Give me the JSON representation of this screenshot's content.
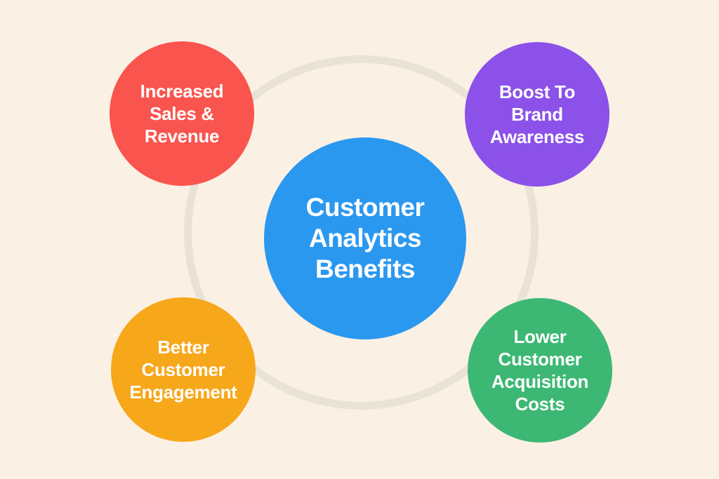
{
  "canvas": {
    "background_color": "#FBF0E4",
    "ring_color": "#E9E2D6",
    "text_color": "#FFFFFF"
  },
  "center": {
    "label": "Customer Analytics Benefits",
    "lines": [
      "Customer",
      "Analytics",
      "Benefits"
    ],
    "color": "#2B98F0"
  },
  "satellites": [
    {
      "id": "increased-sales-revenue",
      "label": "Increased Sales & Revenue",
      "lines": [
        "Increased",
        "Sales &",
        "Revenue"
      ],
      "color": "#FA544E",
      "position": "top-left"
    },
    {
      "id": "boost-to-brand-awareness",
      "label": "Boost To Brand Awareness",
      "lines": [
        "Boost To",
        "Brand",
        "Awareness"
      ],
      "color": "#8B51E9",
      "position": "top-right"
    },
    {
      "id": "better-customer-engagement",
      "label": "Better Customer Engagement",
      "lines": [
        "Better",
        "Customer",
        "Engagement"
      ],
      "color": "#F7A71A",
      "position": "bottom-left"
    },
    {
      "id": "lower-customer-acquisition-costs",
      "label": "Lower Customer Acquisition Costs",
      "lines": [
        "Lower",
        "Customer",
        "Acquisition",
        "Costs"
      ],
      "color": "#3DB874",
      "position": "bottom-right"
    }
  ]
}
